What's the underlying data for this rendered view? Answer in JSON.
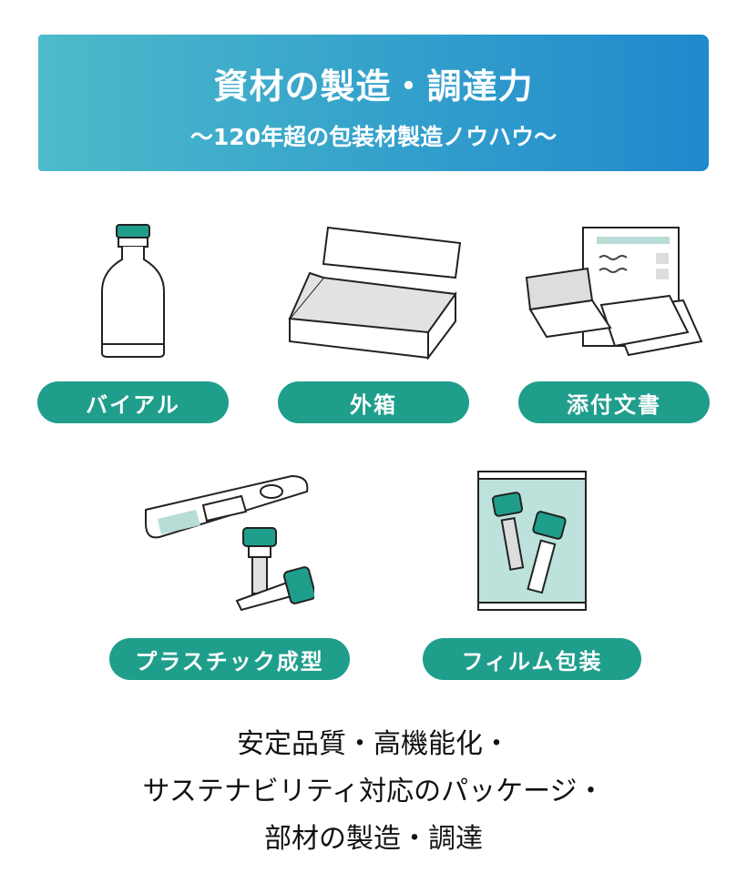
{
  "header": {
    "title": "資材の製造・調達力",
    "subtitle": "〜120年超の包装材製造ノウハウ〜"
  },
  "items": [
    {
      "label": "バイアル",
      "icon": "vial-icon"
    },
    {
      "label": "外箱",
      "icon": "box-icon"
    },
    {
      "label": "添付文書",
      "icon": "document-icon"
    },
    {
      "label": "プラスチック成型",
      "icon": "plastic-mold-icon"
    },
    {
      "label": "フィルム包装",
      "icon": "film-package-icon"
    }
  ],
  "footer": {
    "lines": [
      "安定品質・高機能化・",
      "サステナビリティ対応のパッケージ・",
      "部材の製造・調達"
    ]
  },
  "colors": {
    "teal": "#1f9e8c",
    "gradient_start": "#4cbbca",
    "gradient_end": "#1f89cd"
  }
}
